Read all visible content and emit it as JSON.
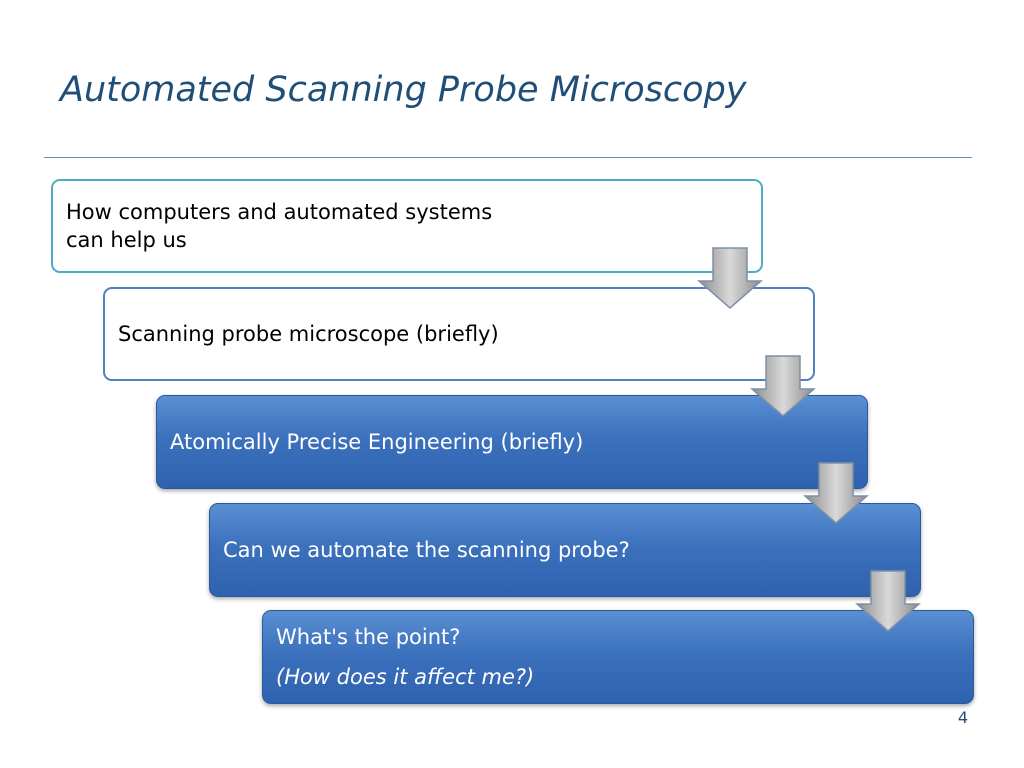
{
  "slide": {
    "title": "Automated Scanning Probe Microscopy",
    "page_number": "4"
  },
  "steps": [
    {
      "line1": "How computers and automated systems",
      "line2": "can help us"
    },
    {
      "line1": "Scanning probe microscope (briefly)"
    },
    {
      "line1": "Atomically Precise Engineering (briefly)"
    },
    {
      "line1": "Can we automate the scanning probe?"
    },
    {
      "line1": "What's the point?",
      "line2": "(How does it affect me?)"
    }
  ],
  "colors": {
    "title": "#1f4e79",
    "teal_border": "#4bacc6",
    "blue_border": "#4f81bd",
    "dark_fill": "#3c71bd",
    "arrow_fill": "#a6a6a6"
  },
  "icons": {
    "flow_arrow": "down-arrow-icon"
  }
}
